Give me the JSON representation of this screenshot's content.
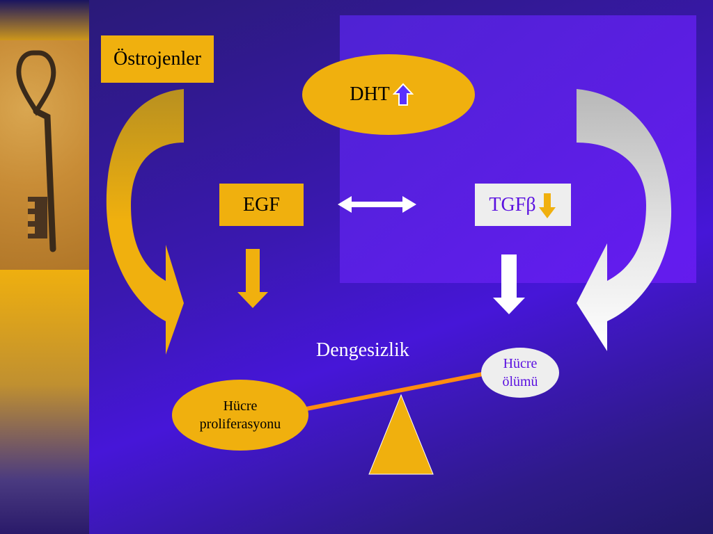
{
  "slide": {
    "estrogens_label": "Östrojenler",
    "dht_label": "DHT",
    "egf_label": "EGF",
    "tgf_label": "TGFβ",
    "imbalance_label": "Dengesizlik",
    "proliferation_line1": "Hücre",
    "proliferation_line2": "proliferasyonu",
    "death_line1": "Hücre",
    "death_line2": "ölümü"
  },
  "icons": {
    "dht_indicator": "up-arrow-icon",
    "tgf_indicator": "down-arrow-icon",
    "decor_photo": "key-icon"
  },
  "colors": {
    "gold": "#f0b00e",
    "slide_blue": "#3a18b0",
    "white": "#ffffff",
    "beam_orange": "#ff8c10",
    "purple_text": "#5a10e0"
  }
}
